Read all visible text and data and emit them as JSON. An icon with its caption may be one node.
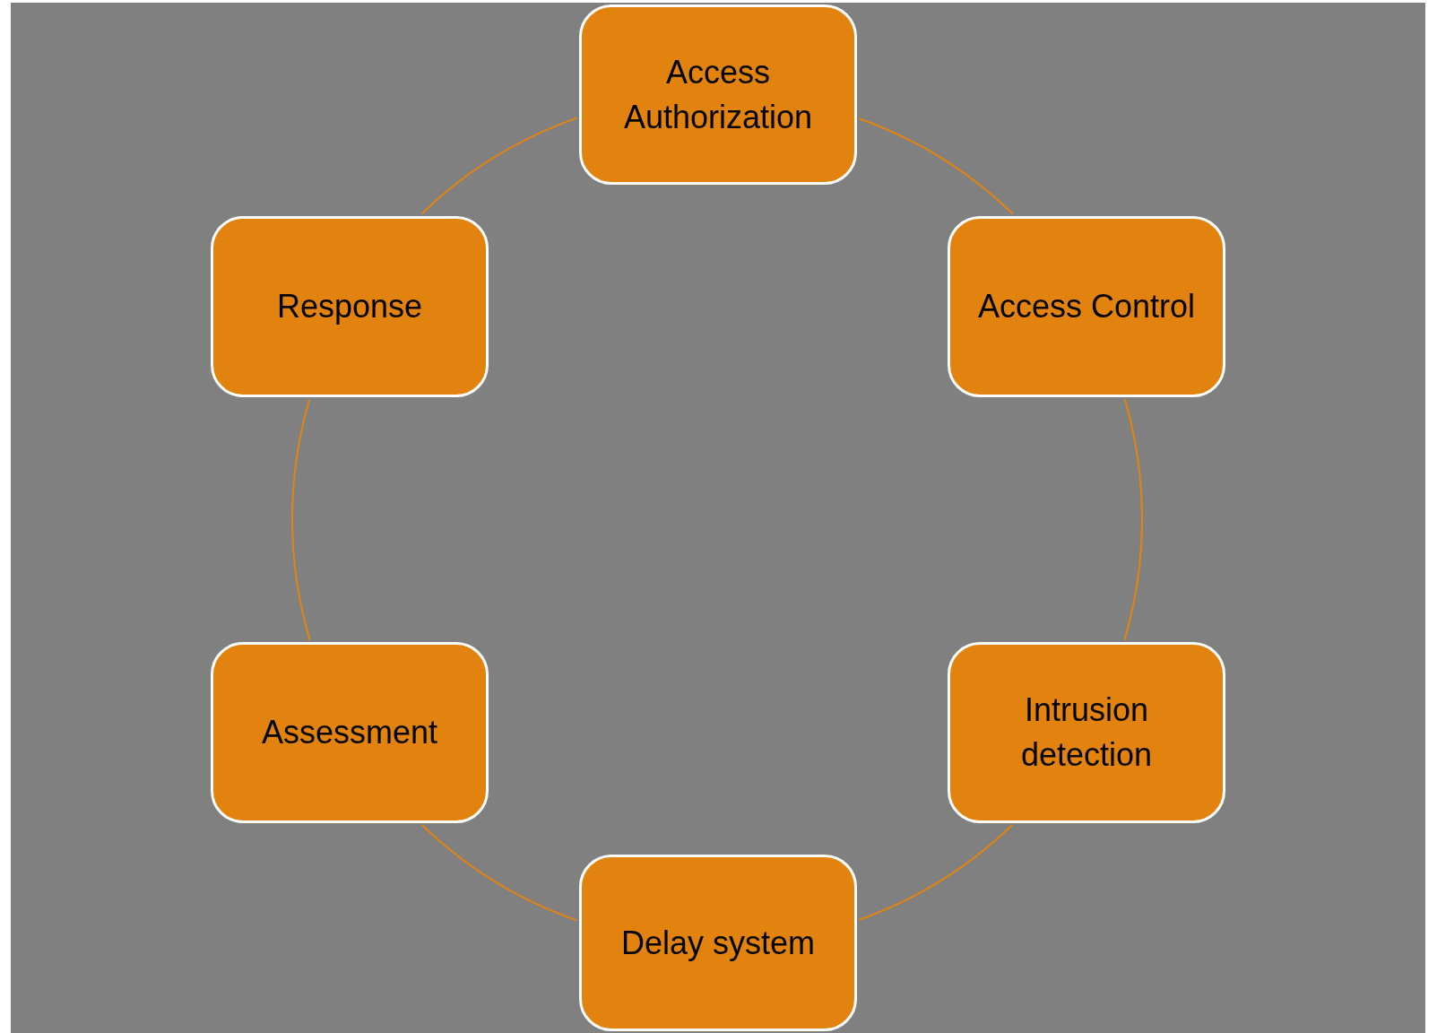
{
  "diagram": {
    "nodes": [
      {
        "text": [
          "Access Authorization"
        ]
      },
      {
        "text": [
          "Access Control"
        ]
      },
      {
        "text": [
          "Intrusion detection"
        ]
      },
      {
        "text": [
          "Delay system"
        ]
      },
      {
        "text": [
          "Assessment"
        ]
      },
      {
        "text": [
          "Response"
        ]
      }
    ],
    "edges": [
      {
        "from": 0,
        "to": 1,
        "arrow": "none"
      },
      {
        "from": 1,
        "to": 2,
        "arrow": "none"
      },
      {
        "from": 2,
        "to": 3,
        "arrow": "none"
      },
      {
        "from": 3,
        "to": 4,
        "arrow": "none"
      },
      {
        "from": 4,
        "to": 5,
        "arrow": "none"
      },
      {
        "from": 5,
        "to": 0,
        "arrow": "none"
      }
    ]
  }
}
